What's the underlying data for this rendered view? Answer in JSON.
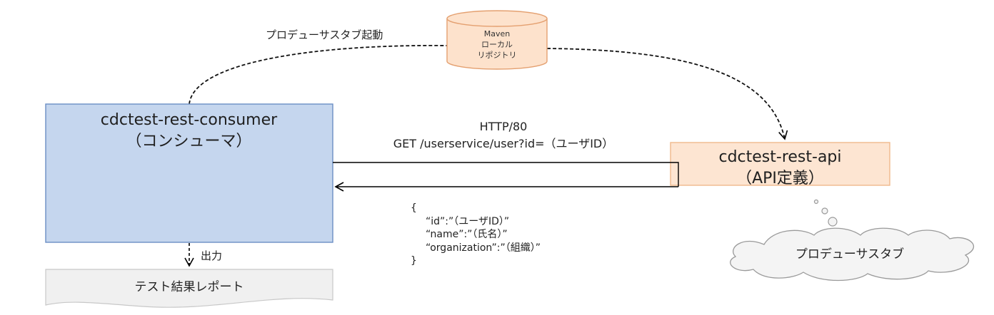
{
  "consumer": {
    "name": "cdctest-rest-consumer",
    "role": "（コンシューマ）"
  },
  "api": {
    "name": "cdctest-rest-api",
    "role": "（API定義）"
  },
  "maven_repo": {
    "line1": "Maven",
    "line2": "ローカル",
    "line3": "リポジトリ"
  },
  "stub_start_label": "プロデューサスタブ起動",
  "producer_stub": "プロデューサスタブ",
  "request": {
    "protocol": "HTTP/80",
    "path": "GET /userservice/user?id=（ユーザID）"
  },
  "response": {
    "open": "{",
    "id_line": "“id”:”（ユーザID）”",
    "name_line": "“name”:”（氏名）”",
    "org_line": "“organization”:”（組織）”",
    "close": "}"
  },
  "output_label": "出力",
  "report": "テスト結果レポート",
  "colors": {
    "consumer_fill": "#c5d6ee",
    "consumer_stroke": "#6b8fc4",
    "api_fill": "#fde5d2",
    "api_stroke": "#f0b98c",
    "db_fill": "#fde2cc",
    "db_stroke": "#e4a070",
    "report_fill": "#f0f0f0",
    "report_stroke": "#c8c8c8",
    "cloud_fill": "#f4f4f4",
    "cloud_stroke": "#9a9a9a"
  }
}
